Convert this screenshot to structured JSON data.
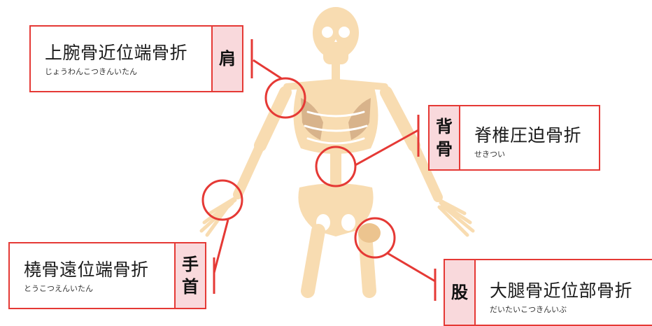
{
  "fractures": {
    "shoulder": {
      "region": [
        "肩"
      ],
      "name": "上腕骨近位端骨折",
      "reading": "じょうわんこつきんいたん"
    },
    "back": {
      "region": [
        "背",
        "骨"
      ],
      "name": "脊椎圧迫骨折",
      "reading": "せきつい"
    },
    "wrist": {
      "region": [
        "手",
        "首"
      ],
      "name": "橈骨遠位端骨折",
      "reading": "とうこつえんいたん"
    },
    "hip": {
      "region": [
        "股"
      ],
      "name": "大腿骨近位部骨折",
      "reading": "だいたいこつきんいぶ"
    }
  },
  "colors": {
    "accent_red": "#e53935",
    "tag_pink": "#f9d9dc",
    "bone": "#f8dcb1",
    "bone_shade": "#ecc48f",
    "ribcage_shadow": "#caa17a"
  }
}
